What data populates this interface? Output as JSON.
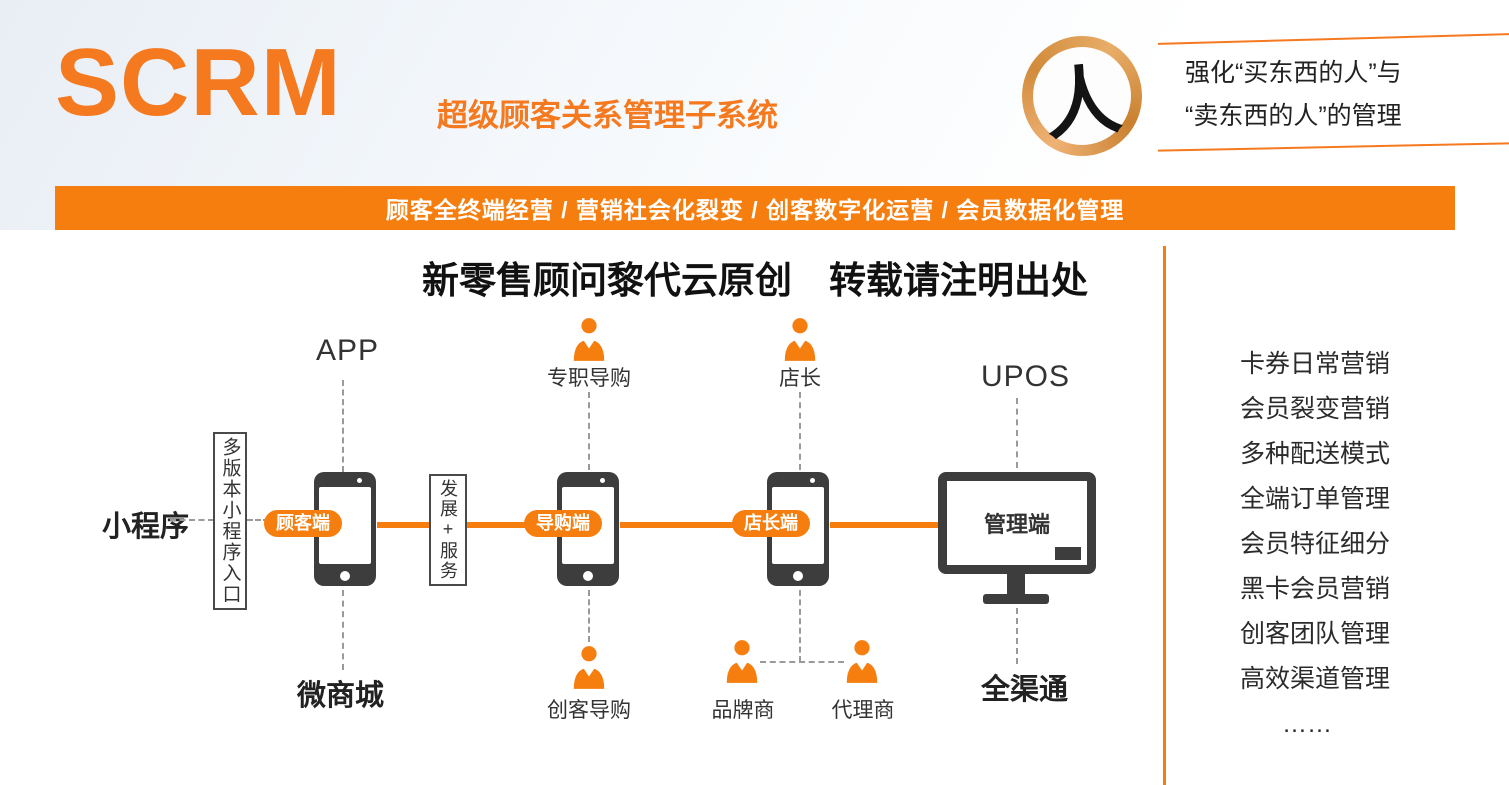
{
  "header": {
    "logo_text": "SCRM",
    "subtitle": "超级顾客关系管理子系统",
    "emblem_char": "人",
    "tagline_line1": "强化“买东西的人”与",
    "tagline_line2": "“卖东西的人”的管理"
  },
  "banner": {
    "text": "顾客全终端经营 / 营销社会化裂变 / 创客数字化运营 / 会员数据化管理"
  },
  "diagram": {
    "title": "新零售顾问黎代云原创　转载请注明出处",
    "left_label": "小程序",
    "entry_box": "多版本小程序入口",
    "develop_box": "发展+服务",
    "nodes": {
      "app": "APP",
      "wechat_mall": "微商城",
      "customer_pill": "顾客端",
      "guide_pill": "导购端",
      "manager_pill": "店长端",
      "admin_screen": "管理端",
      "upos": "UPOS",
      "omni": "全渠通",
      "pro_guide": "专职导购",
      "maker_guide": "创客导购",
      "store_manager": "店长",
      "brand": "品牌商",
      "agent": "代理商"
    }
  },
  "sidebar": {
    "items": [
      "卡券日常营销",
      "会员裂变营销",
      "多种配送模式",
      "全端订单管理",
      "会员特征细分",
      "黑卡会员营销",
      "创客团队管理",
      "高效渠道管理",
      "……"
    ]
  },
  "colors": {
    "accent": "#f57e0e",
    "device": "#3d3d3d",
    "ring": "#d69447"
  }
}
